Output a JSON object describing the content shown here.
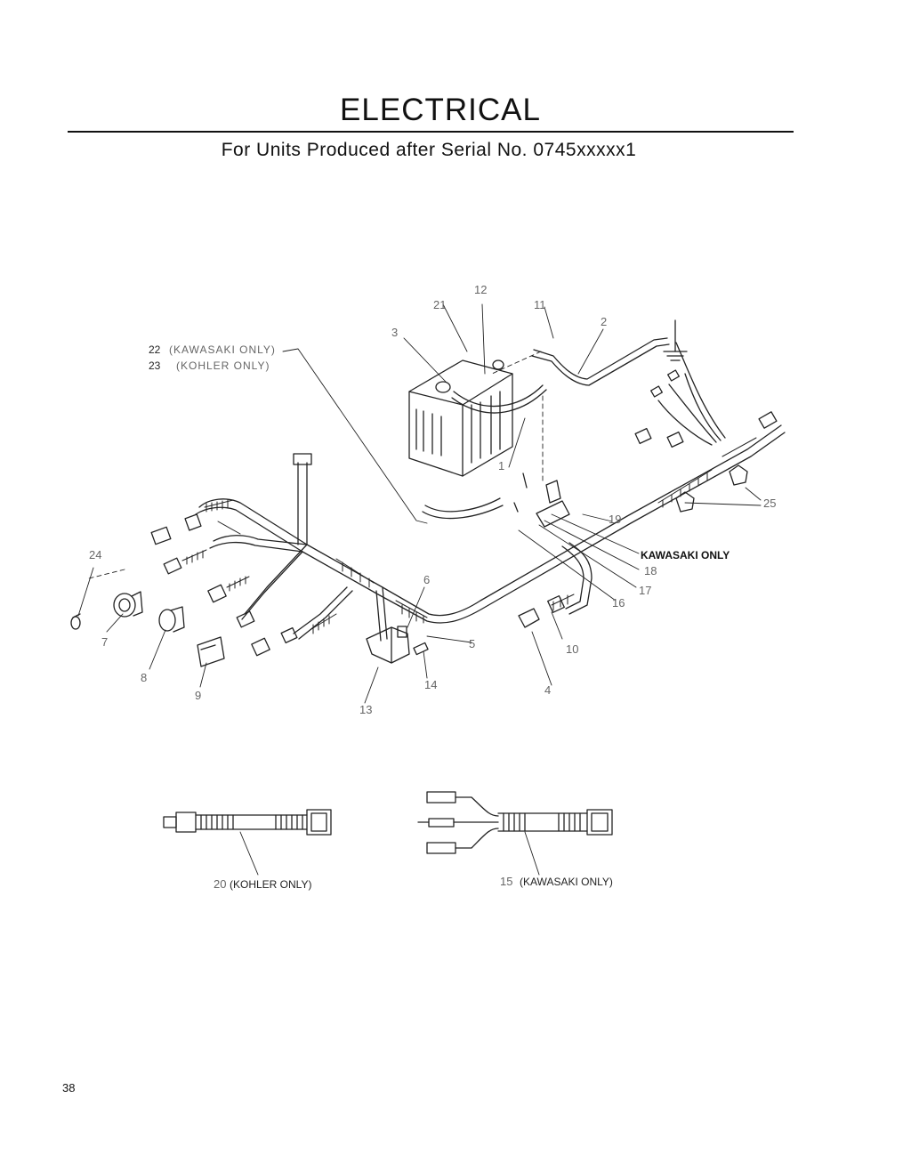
{
  "header": {
    "title": "ELECTRICAL",
    "subtitle": "For Units Produced after Serial No. 0745xxxxx1"
  },
  "footer": {
    "page_number": "38"
  },
  "callouts": {
    "c1": "1",
    "c2": "2",
    "c3": "3",
    "c4": "4",
    "c5": "5",
    "c6": "6",
    "c7": "7",
    "c8": "8",
    "c9": "9",
    "c10": "10",
    "c11": "11",
    "c12": "12",
    "c13": "13",
    "c14": "14",
    "c16": "16",
    "c17": "17",
    "c18": "18",
    "c19": "19",
    "c21": "21",
    "c24": "24",
    "c25": "25"
  },
  "notes": {
    "n22_num": "22",
    "n22_text": "(KAWASAKI ONLY)",
    "n23_num": "23",
    "n23_text": "(KOHLER ONLY)",
    "kawasaki_only": "KAWASAKI ONLY",
    "n20_num": "20",
    "n20_text": "(KOHLER ONLY)",
    "n15_num": "15",
    "n15_text": "(KAWASAKI ONLY)"
  }
}
